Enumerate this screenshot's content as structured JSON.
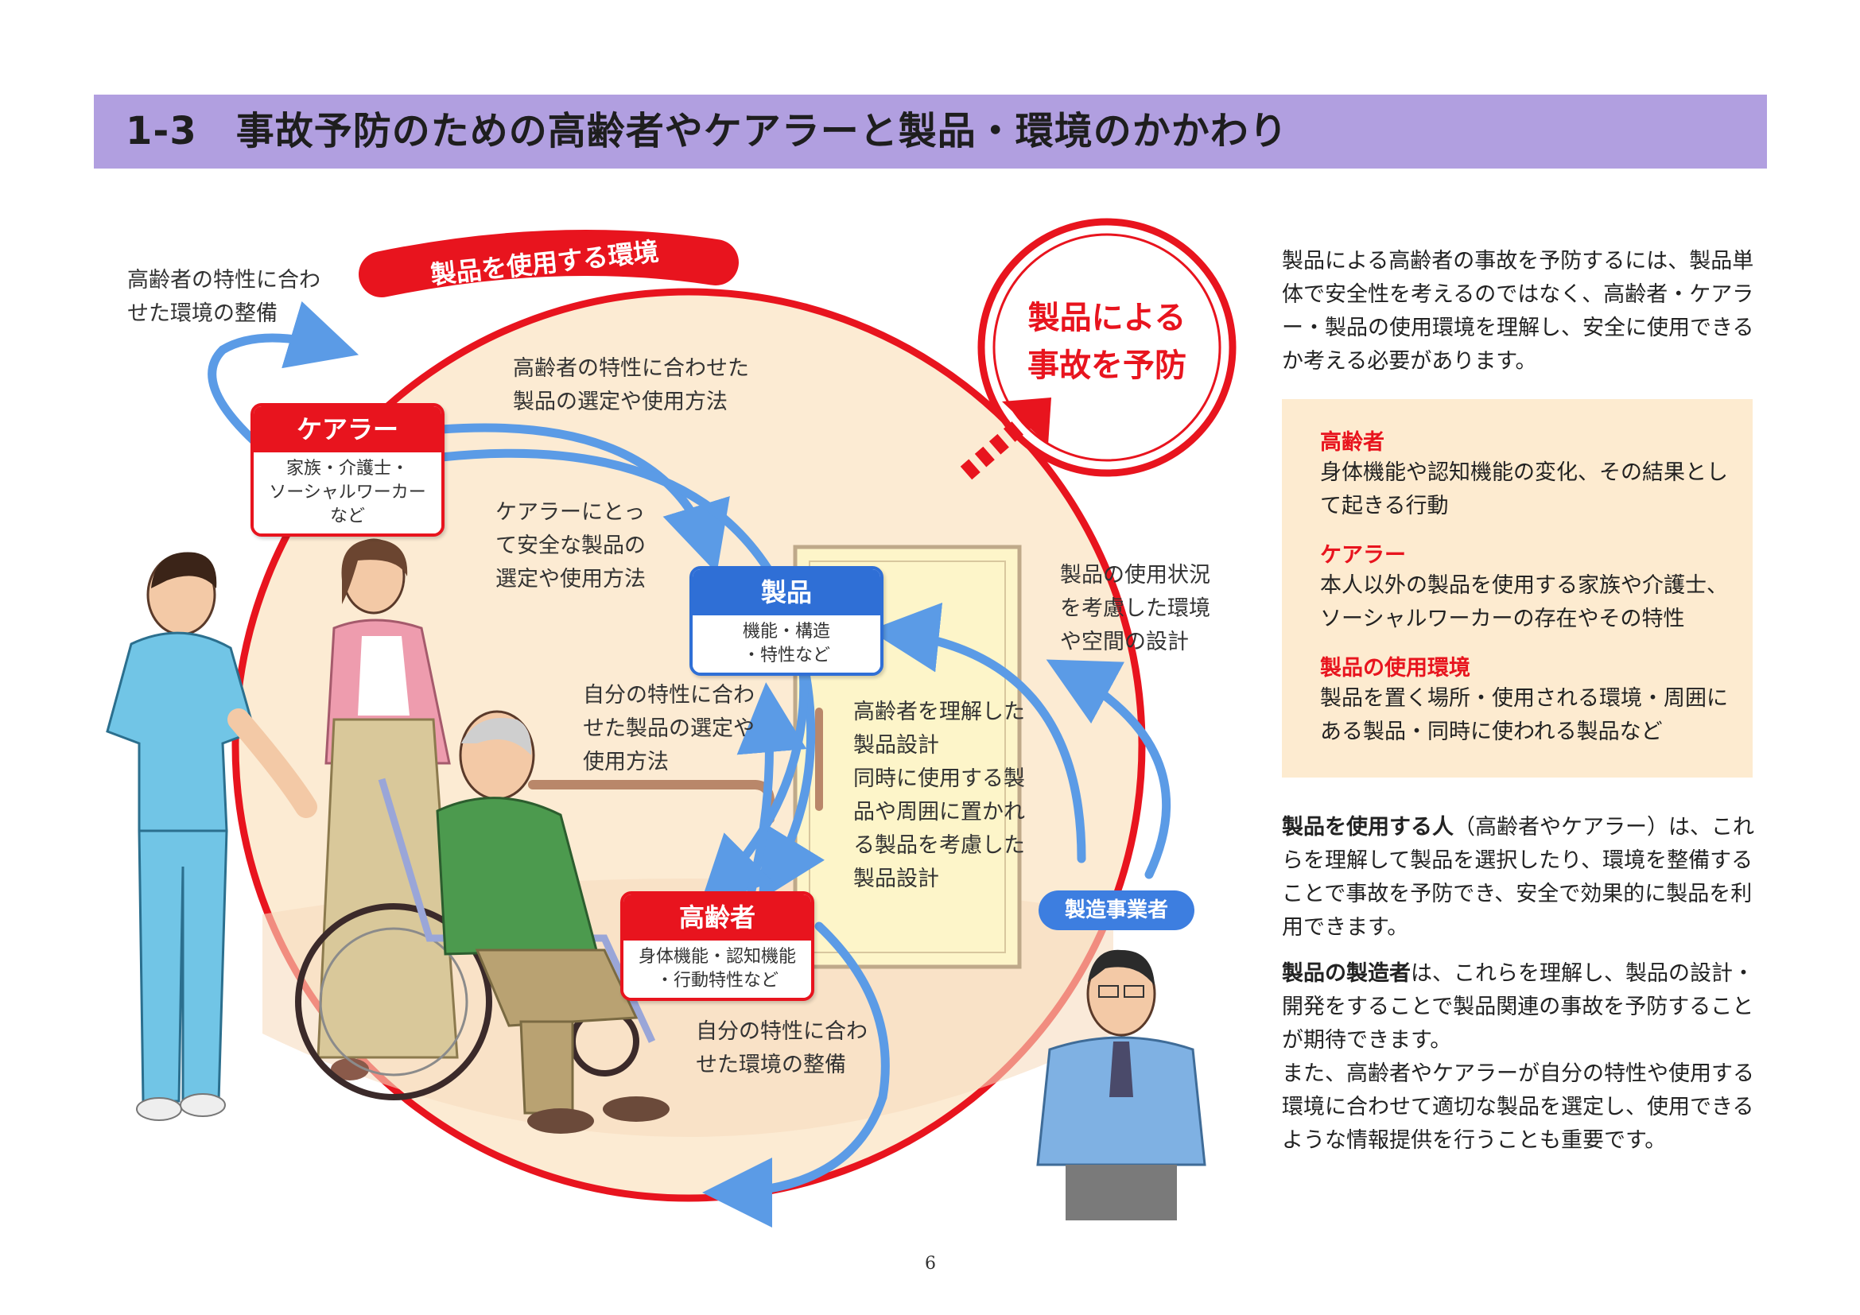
{
  "title": "1-3　事故予防のための高齢者やケアラーと製品・環境のかかわり",
  "diagram": {
    "ring_label": "製品を使用する環境",
    "goal_lines": [
      "製品による",
      "事故を予防"
    ],
    "carer": {
      "title": "ケアラー",
      "desc": "家族・介護士・\nソーシャルワーカー\nなど"
    },
    "product": {
      "title": "製品",
      "desc": "機能・構造\n・特性など"
    },
    "elderly": {
      "title": "高齢者",
      "desc": "身体機能・認知機能\n・行動特性など"
    },
    "manufacturer": "製造事業者",
    "notes": {
      "env_for_carer": "高齢者の特性に合わ\nせた環境の整備",
      "product_selection_elderly": "高齢者の特性に合わせた\n製品の選定や使用方法",
      "carer_safe_product": "ケアラーにとっ\nて安全な製品の\n選定や使用方法",
      "self_product": "自分の特性に合わ\nせた製品の選定や\n使用方法",
      "design": "高齢者を理解した\n製品設計\n同時に使用する製\n品や周囲に置かれ\nる製品を考慮した\n製品設計",
      "usage_env_design": "製品の使用状況\nを考慮した環境\nや空間の設計",
      "self_env": "自分の特性に合わ\nせた環境の整備"
    }
  },
  "side": {
    "intro": "製品による高齢者の事故を予防するには、製品単体で安全性を考えるのではなく、高齢者・ケアラー・製品の使用環境を理解し、安全に使用できるか考える必要があります。",
    "box": [
      {
        "title": "高齢者",
        "text": "身体機能や認知機能の変化、その結果として起きる行動"
      },
      {
        "title": "ケアラー",
        "text": "本人以外の製品を使用する家族や介護士、ソーシャルワーカーの存在やその特性"
      },
      {
        "title": "製品の使用環境",
        "text": "製品を置く場所・使用される環境・周囲にある製品・同時に使われる製品など"
      }
    ],
    "para1_lead": "製品を使用する人",
    "para1_rest": "（高齢者やケアラー）は、これらを理解して製品を選択したり、環境を整備することで事故を予防でき、安全で効果的に製品を利用できます。",
    "para2_lead": "製品の製造者",
    "para2_rest": "は、これらを理解し、製品の設計・開発をすることで製品関連の事故を予防することが期待できます。",
    "para3": "また、高齢者やケアラーが自分の特性や使用する環境に合わせて適切な製品を選定し、使用できるような情報提供を行うことも重要です。"
  },
  "page_number": "6",
  "colors": {
    "title_band": "#b19fe0",
    "accent_red": "#e8141e",
    "accent_blue": "#2f6fd6",
    "arrow_blue": "#5b9be6",
    "circle_fill": "#fcebd3",
    "door_fill": "#fdf5c9",
    "box_fill": "#fdebd0"
  }
}
